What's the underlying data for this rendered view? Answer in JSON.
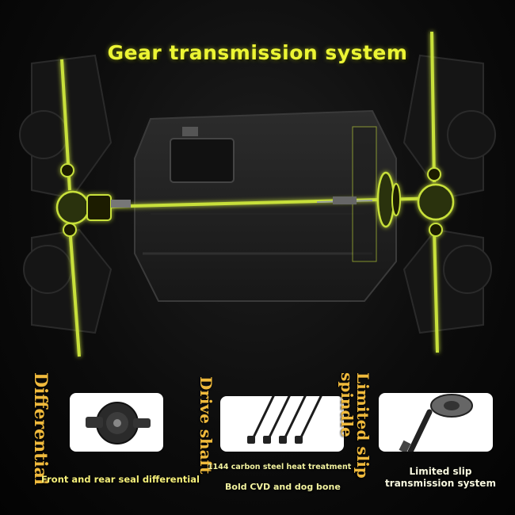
{
  "title": "Gear transmission system",
  "features": {
    "differential": {
      "label": "Differential",
      "caption": "Front and rear seal differential",
      "icon": "differential-gear-icon"
    },
    "drive_shaft": {
      "label": "Drive shaft",
      "caption_line1": "1144 carbon steel heat treatment",
      "caption_line2": "Bold CVD and dog bone",
      "icon": "drive-shaft-icon"
    },
    "limited_slip": {
      "label": "Limited slip spindle",
      "caption": "Limited slip transmission system",
      "icon": "slipper-clutch-icon"
    }
  },
  "colors": {
    "title": "#ecf534",
    "highlight": "#c8e03a",
    "label": "#f0ba3c",
    "caption": "#f3f3a0"
  }
}
